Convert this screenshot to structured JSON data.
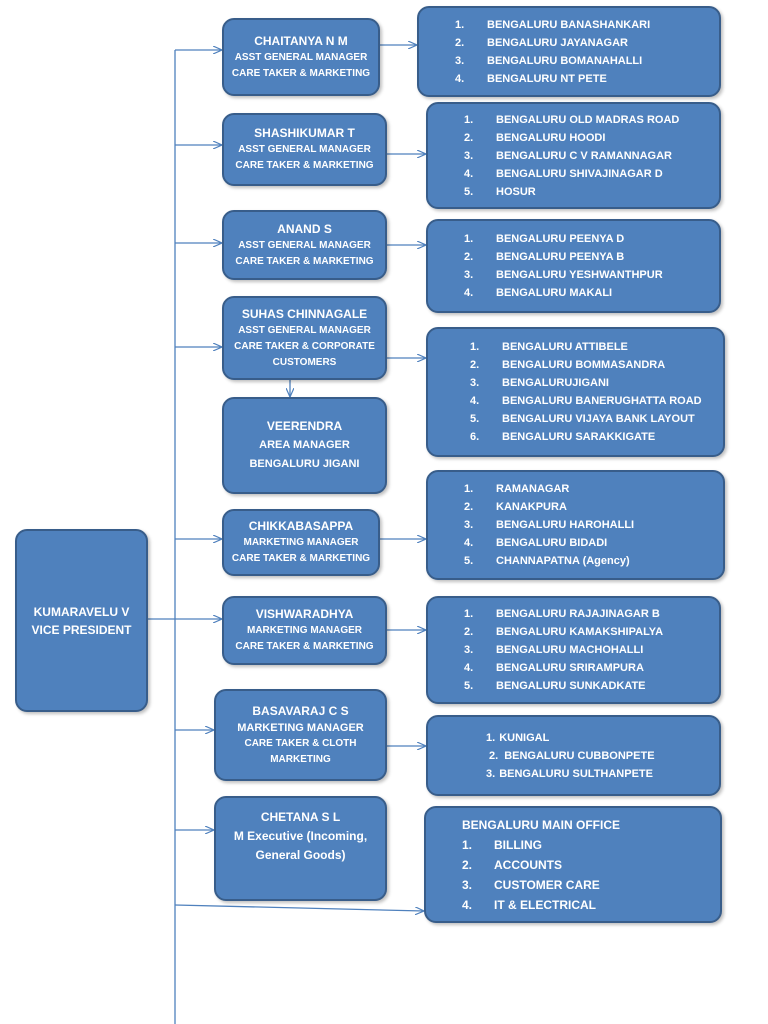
{
  "vp": {
    "name": "KUMARAVELU V",
    "title": "VICE PRESIDENT"
  },
  "managers": [
    {
      "name": "CHAITANYA N M",
      "line1": "ASST GENERAL MANAGER",
      "line2": "CARE TAKER & MARKETING"
    },
    {
      "name": "SHASHIKUMAR T",
      "line1": "ASST GENERAL MANAGER",
      "line2": "CARE TAKER & MARKETING"
    },
    {
      "name": "ANAND S",
      "line1": "ASST GENERAL MANAGER",
      "line2": "CARE TAKER & MARKETING"
    },
    {
      "name": "SUHAS CHINNAGALE",
      "line1": "ASST GENERAL MANAGER",
      "line2": "CARE TAKER & CORPORATE",
      "line3": "CUSTOMERS"
    },
    {
      "name": "VEERENDRA",
      "line1": "AREA MANAGER",
      "line2": "BENGALURU JIGANI"
    },
    {
      "name": "CHIKKABASAPPA",
      "line1": "MARKETING MANAGER",
      "line2": "CARE TAKER & MARKETING"
    },
    {
      "name": "VISHWARADHYA",
      "line1": "MARKETING MANAGER",
      "line2": "CARE TAKER & MARKETING"
    },
    {
      "name": "BASAVARAJ C S",
      "line1": "MARKETING MANAGER",
      "line2": "CARE TAKER & CLOTH",
      "line3": "MARKETING"
    },
    {
      "name": "CHETANA S L",
      "line1": "M Executive (Incoming,",
      "line2": "General Goods)"
    }
  ],
  "lists": [
    {
      "items": [
        {
          "num": "1.",
          "text": "BENGALURU BANASHANKARI"
        },
        {
          "num": "2.",
          "text": "BENGALURU JAYANAGAR"
        },
        {
          "num": "3.",
          "text": "BENGALURU BOMANAHALLI"
        },
        {
          "num": "4.",
          "text": "BENGALURU NT PETE"
        }
      ]
    },
    {
      "items": [
        {
          "num": "1.",
          "text": "BENGALURU OLD MADRAS ROAD"
        },
        {
          "num": "2.",
          "text": "BENGALURU HOODI"
        },
        {
          "num": "3.",
          "text": "BENGALURU C V RAMANNAGAR"
        },
        {
          "num": "4.",
          "text": "BENGALURU SHIVAJINAGAR D"
        },
        {
          "num": "5.",
          "text": "HOSUR"
        }
      ]
    },
    {
      "items": [
        {
          "num": "1.",
          "text": "BENGALURU PEENYA D"
        },
        {
          "num": "2.",
          "text": "BENGALURU PEENYA B"
        },
        {
          "num": "3.",
          "text": "BENGALURU YESHWANTHPUR"
        },
        {
          "num": "4.",
          "text": "BENGALURU MAKALI"
        }
      ]
    },
    {
      "items": [
        {
          "num": "1.",
          "text": "BENGALURU ATTIBELE"
        },
        {
          "num": "2.",
          "text": "BENGALURU BOMMASANDRA"
        },
        {
          "num": "3.",
          "text": "BENGALURUJIGANI"
        },
        {
          "num": "4.",
          "text": "BENGALURU BANERUGHATTA ROAD"
        },
        {
          "num": "5.",
          "text": "BENGALURU VIJAYA BANK LAYOUT"
        },
        {
          "num": "6.",
          "text": "BENGALURU SARAKKIGATE"
        }
      ]
    },
    {
      "items": [
        {
          "num": "1.",
          "text": "RAMANAGAR"
        },
        {
          "num": "2.",
          "text": "KANAKPURA"
        },
        {
          "num": "3.",
          "text": "BENGALURU HAROHALLI"
        },
        {
          "num": "4.",
          "text": "BENGALURU BIDADI"
        },
        {
          "num": "5.",
          "text": "CHANNAPATNA (Agency)"
        }
      ]
    },
    {
      "items": [
        {
          "num": "1.",
          "text": "BENGALURU RAJAJINAGAR B"
        },
        {
          "num": "2.",
          "text": "BENGALURU KAMAKSHIPALYA"
        },
        {
          "num": "3.",
          "text": "BENGALURU MACHOHALLI"
        },
        {
          "num": "4.",
          "text": "BENGALURU SRIRAMPURA"
        },
        {
          "num": "5.",
          "text": "BENGALURU SUNKADKATE"
        }
      ]
    },
    {
      "items": [
        {
          "num": "1.",
          "text": "KUNIGAL"
        },
        {
          "num": "2.",
          "text": "BENGALURU CUBBONPETE"
        },
        {
          "num": "3.",
          "text": "BENGALURU SULTHANPETE"
        }
      ]
    },
    {
      "heading": "BENGALURU MAIN OFFICE",
      "items": [
        {
          "num": "1.",
          "text": "BILLING"
        },
        {
          "num": "2.",
          "text": "ACCOUNTS"
        },
        {
          "num": "3.",
          "text": "CUSTOMER CARE"
        },
        {
          "num": "4.",
          "text": "IT & ELECTRICAL"
        }
      ]
    }
  ],
  "colors": {
    "box_fill": "#4f81bd",
    "box_border": "#385d8a",
    "connector": "#4f81bd",
    "text": "#ffffff"
  }
}
